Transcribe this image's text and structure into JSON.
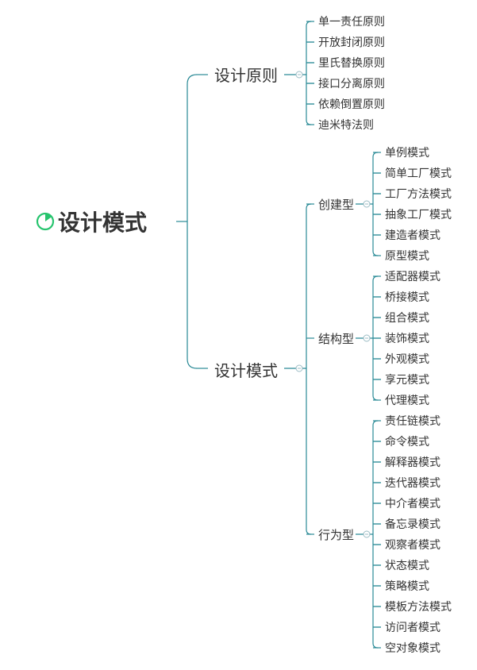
{
  "mindmap": {
    "root": {
      "label": "设计模式",
      "icon": "progress-ring-icon",
      "icon_color": "#27c46e"
    },
    "edge_color": "#2a8a96",
    "branches": [
      {
        "label": "设计原则",
        "leaves": [
          "单一责任原则",
          "开放封闭原则",
          "里氏替换原则",
          "接口分离原则",
          "依赖倒置原则",
          "迪米特法则"
        ]
      },
      {
        "label": "设计模式",
        "groups": [
          {
            "label": "创建型",
            "leaves": [
              "单例模式",
              "简单工厂模式",
              "工厂方法模式",
              "抽象工厂模式",
              "建造者模式",
              "原型模式"
            ]
          },
          {
            "label": "结构型",
            "leaves": [
              "适配器模式",
              "桥接模式",
              "组合模式",
              "装饰模式",
              "外观模式",
              "享元模式",
              "代理模式"
            ]
          },
          {
            "label": "行为型",
            "leaves": [
              "责任链模式",
              "命令模式",
              "解释器模式",
              "迭代器模式",
              "中介者模式",
              "备忘录模式",
              "观察者模式",
              "状态模式",
              "策略模式",
              "模板方法模式",
              "访问者模式",
              "空对象模式"
            ]
          }
        ]
      }
    ]
  }
}
